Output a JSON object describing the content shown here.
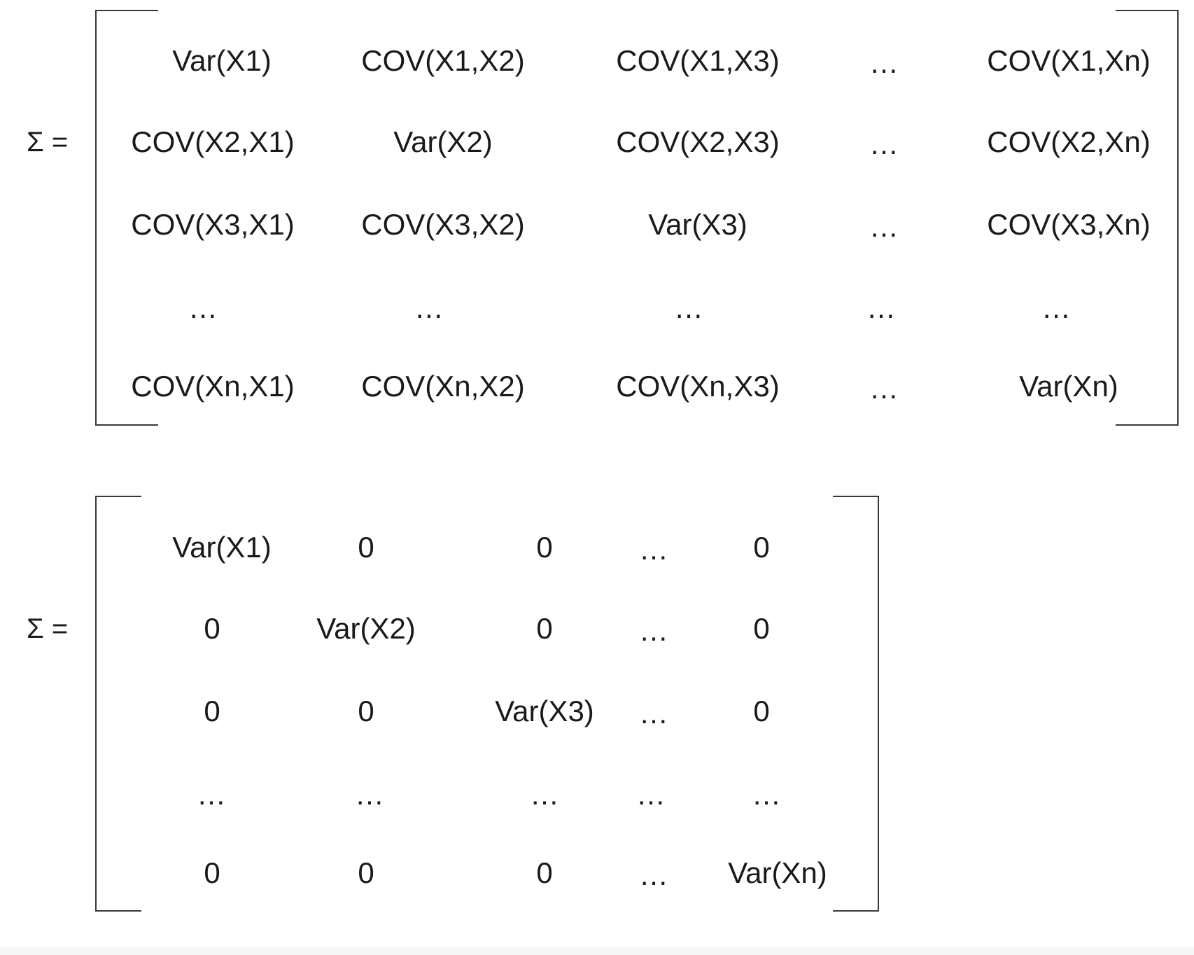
{
  "matrices": [
    {
      "label": "Σ =",
      "rows": [
        [
          "Var(X1)",
          "COV(X1,X2)",
          "COV(X1,X3)",
          "…",
          "COV(X1,Xn)"
        ],
        [
          "COV(X2,X1)",
          "Var(X2)",
          "COV(X2,X3)",
          "…",
          "COV(X2,Xn)"
        ],
        [
          "COV(X3,X1)",
          "COV(X3,X2)",
          "Var(X3)",
          "…",
          "COV(X3,Xn)"
        ],
        [
          "…",
          "…",
          "…",
          "…",
          "…"
        ],
        [
          "COV(Xn,X1)",
          "COV(Xn,X2)",
          "COV(Xn,X3)",
          "…",
          "Var(Xn)"
        ]
      ]
    },
    {
      "label": "Σ =",
      "rows": [
        [
          "Var(X1)",
          "0",
          "0",
          "…",
          "0"
        ],
        [
          "0",
          "Var(X2)",
          "0",
          "…",
          "0"
        ],
        [
          "0",
          "0",
          "Var(X3)",
          "…",
          "0"
        ],
        [
          "…",
          "…",
          "…",
          "…",
          "…"
        ],
        [
          "0",
          "0",
          "0",
          "…",
          "Var(Xn)"
        ]
      ]
    }
  ]
}
